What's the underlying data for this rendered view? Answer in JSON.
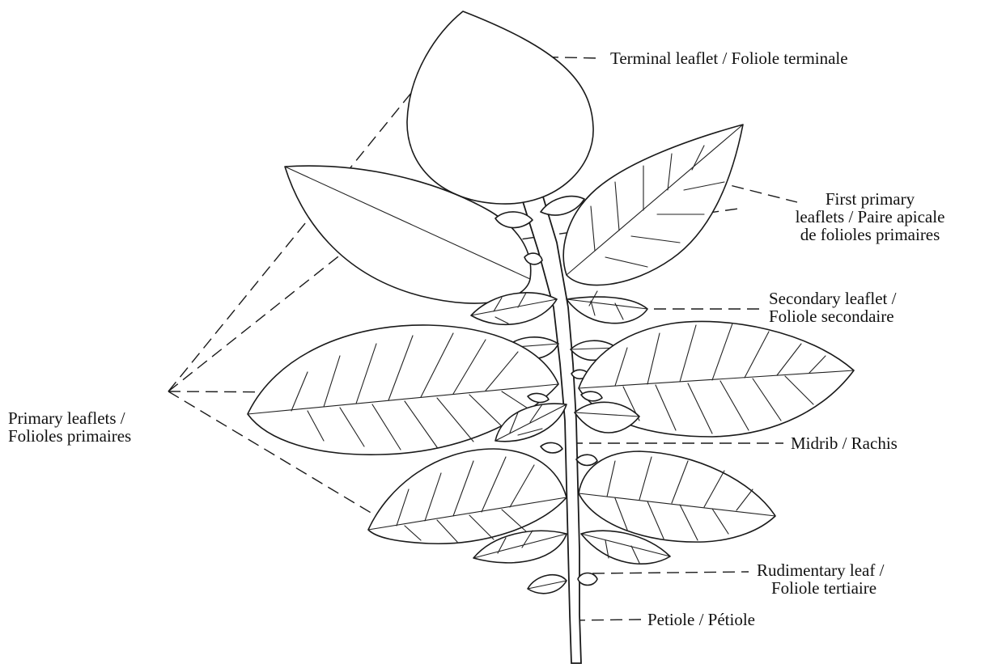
{
  "labels": {
    "terminal_leaflet": "Terminal leaflet / Foliole terminale",
    "first_primary_1": "First primary",
    "first_primary_2": "leaflets / Paire apicale",
    "first_primary_3": "de folioles primaires",
    "secondary_1": "Secondary leaflet /",
    "secondary_2": "Foliole secondaire",
    "primary_1": "Primary leaflets /",
    "primary_2": "Folioles primaires",
    "midrib": "Midrib / Rachis",
    "rudimentary_1": "Rudimentary leaf /",
    "rudimentary_2": "Foliole tertiaire",
    "petiole": "Petiole / Pétiole"
  },
  "colors": {
    "ink": "#1a1a1a",
    "background": "#ffffff"
  }
}
